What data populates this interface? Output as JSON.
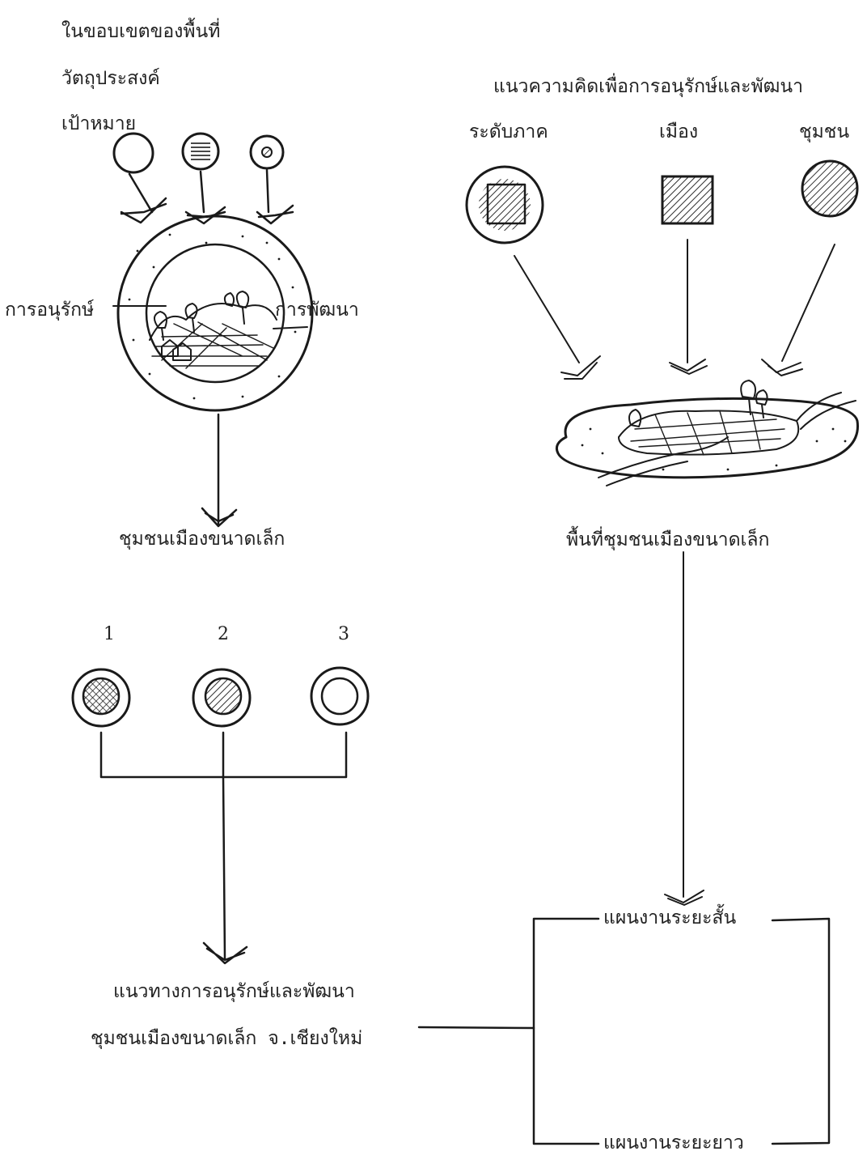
{
  "left": {
    "heading_lines": [
      "ในขอบเขตของพื้นที่",
      "วัตถุประสงค์",
      "เป้าหมาย"
    ],
    "label_conservation": "การอนุรักษ์",
    "label_development": "การพัฒนา",
    "result_label": "ชุมชนเมืองขนาดเล็ก",
    "numbers": [
      "1",
      "2",
      "3"
    ],
    "outcome_lines": [
      "แนวทางการอนุรักษ์และพัฒนา",
      "ชุมชนเมืองขนาดเล็ก จ.เชียงใหม่"
    ]
  },
  "right": {
    "heading": "แนวความคิดเพื่อการอนุรักษ์และพัฒนา",
    "levels": [
      "ระดับภาค",
      "เมือง",
      "ชุมชน"
    ],
    "area_label": "พื้นที่ชุมชนเมืองขนาดเล็ก",
    "plan_short": "แผนงานระยะสั้น",
    "plan_long": "แผนงานระยะยาว"
  }
}
